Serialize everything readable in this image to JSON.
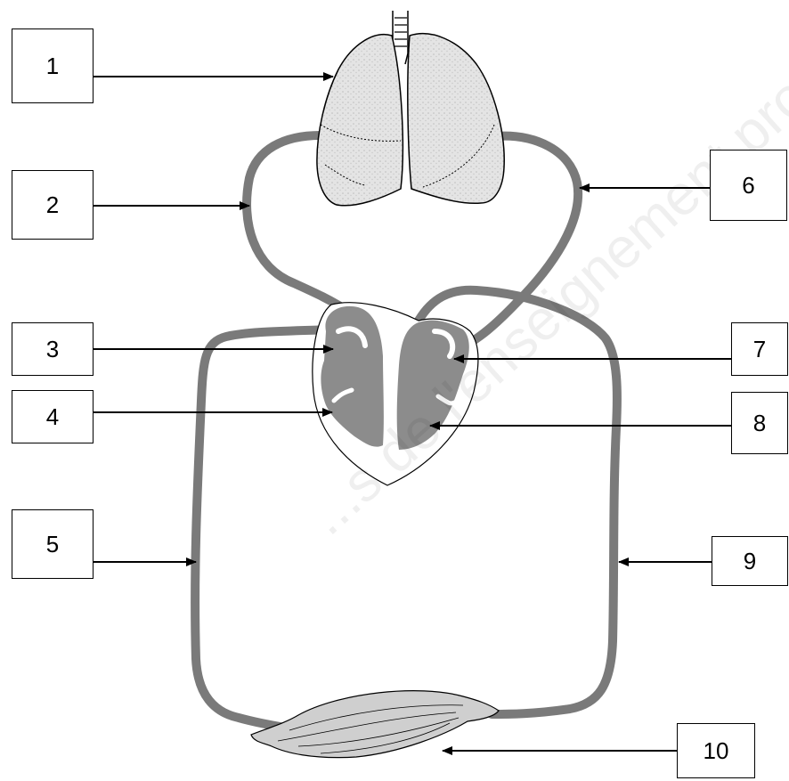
{
  "labels": [
    "1",
    "2",
    "3",
    "4",
    "5",
    "6",
    "7",
    "8",
    "9",
    "10"
  ],
  "watermark_text": "...s de l'enseignement pro...",
  "colors": {
    "vessel": "#7a7a7a",
    "organ_fill": "#dedede",
    "chamber_fill": "#8c8c8c",
    "muscle_fill": "#cfcfcf",
    "arrow": "#000000"
  }
}
